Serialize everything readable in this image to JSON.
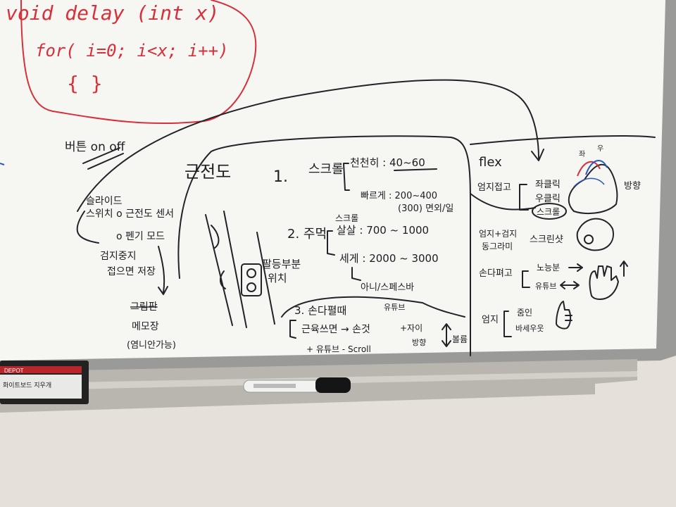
{
  "code_block": {
    "line1": "void delay (int x)",
    "line2": "for( i=0; i<x; i++)",
    "line3": "{ }"
  },
  "button_note": "버튼 on off",
  "left_notes": {
    "line1": "슬라이드",
    "line2": "스위치 o 근전도 센서",
    "line3": "o 펜기 모드",
    "line4": "검지중지",
    "line5": "접으면 저장",
    "line6": "그림판",
    "line7": "메모장",
    "line8": "(염니안가능)"
  },
  "emg": {
    "title": "근전도",
    "item1": {
      "num": "1.",
      "label": "스크롤",
      "slow": "천천히 : 40~60",
      "fast": "빠르게 : 200~400",
      "fast2": "(300) 면외/일"
    },
    "item2": {
      "num": "2. 주먹",
      "sub1": "스크롤",
      "sub1b": "살살 : 700 ~ 1000",
      "sub2": "세게 : 2000 ~ 3000",
      "sub3": "아니/스페스바",
      "sub3b": "유튜브"
    },
    "item3": {
      "num": "3. 손다펼때",
      "sub1": "근육쓰면 → 손것",
      "sub2": "+ 유튜브 - Scroll",
      "side1": "+자이",
      "side2": "방향",
      "side3": "볼륨"
    },
    "arm_label1": "팔등부분",
    "arm_label2": "위치"
  },
  "flex": {
    "title": "flex",
    "thumb_fold": "엄지접고",
    "left_click": "좌클릭",
    "right_click": "우클릭",
    "scroll": "스크롤",
    "top_labels": [
      "좌",
      "우"
    ],
    "direction": "방향",
    "thumb_index1": "엄지+검지",
    "thumb_index2": "동그라미",
    "screenshot": "스크린샷",
    "open_hand": "손다펴고",
    "note_label": "노능분",
    "youtube": "유튜브",
    "thumb": "엄지",
    "zoom_in": "줌인",
    "zoom_out": "바세우웃"
  },
  "eraser_label": "화이트보드 지우개",
  "eraser_brand": "DEPOT"
}
